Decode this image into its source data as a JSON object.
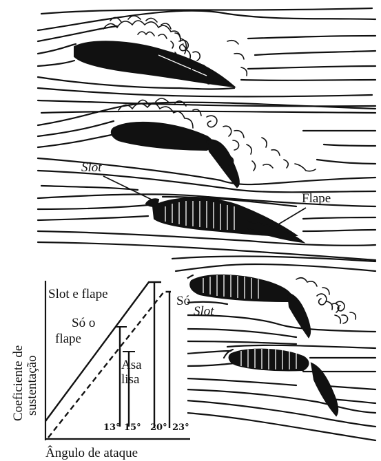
{
  "labels": {
    "slot": "Slot",
    "flap": "Flape",
    "slot_and_flap": "Slot e flape",
    "only_slot_prefix": "Só",
    "only_slot": "Slot",
    "only_flap_line1": "Só o",
    "only_flap_line2": "flape",
    "plain_wing_line1": "Asa",
    "plain_wing_line2": "lisa",
    "ylabel_line1": "Coeficiente de",
    "ylabel_line2": "sustentação",
    "xlabel": "Ângulo de ataque"
  },
  "chart_data": {
    "type": "line",
    "xlabel": "Ângulo de ataque",
    "ylabel": "Coeficiente de sustentação",
    "ticks": [
      "13°",
      "15°",
      "20°",
      "23°"
    ],
    "series": [
      {
        "name": "Slot e flape",
        "stall_angle_label": "20°"
      },
      {
        "name": "Só o flape",
        "stall_angle_label": "13°"
      },
      {
        "name": "Asa lisa",
        "stall_angle_label": "15°"
      },
      {
        "name": "Só Slot",
        "stall_angle_label": "23°"
      }
    ]
  }
}
